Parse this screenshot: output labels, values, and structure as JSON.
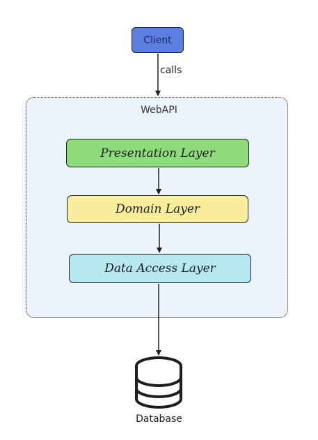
{
  "client": {
    "label": "Client"
  },
  "edges": {
    "client_to_webapi_label": "calls"
  },
  "webapi": {
    "label": "WebAPI",
    "layers": [
      {
        "label": "Presentation Layer",
        "color": "#8fdc7c"
      },
      {
        "label": "Domain Layer",
        "color": "#f7ed9d"
      },
      {
        "label": "Data Access Layer",
        "color": "#b5e8ef"
      }
    ]
  },
  "database": {
    "label": "Database",
    "icon": "database-icon"
  },
  "colors": {
    "client": "#5b7fe0",
    "container_bg": "#edf3fc",
    "stroke": "#1e1e1e"
  }
}
